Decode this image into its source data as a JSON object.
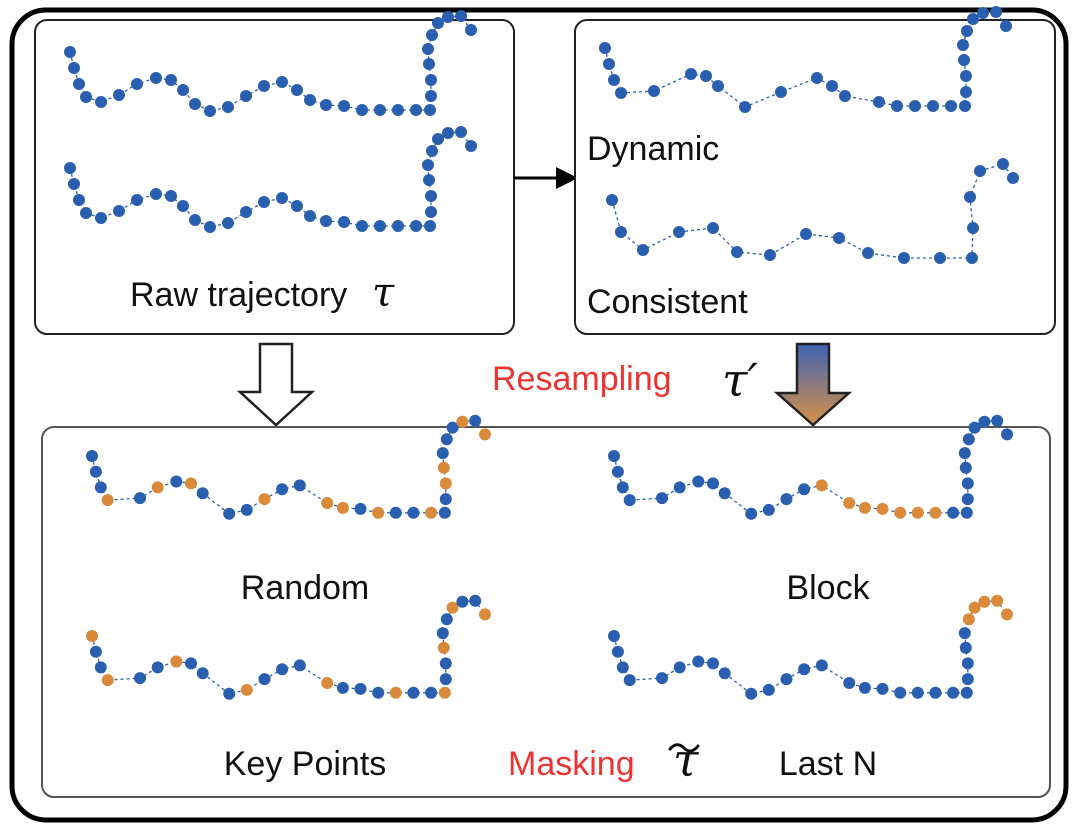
{
  "colors": {
    "unmasked_point": "#2a5fb0",
    "masked_point": "#d98a3a",
    "dashed_line": "#2a5fb0",
    "highlight_text": "#ee3333"
  },
  "panels": {
    "raw": {
      "label": "Raw trajectory",
      "symbol": "τ"
    },
    "resample": {
      "dynamic": "Dynamic",
      "consistent": "Consistent"
    },
    "masking": {
      "random": "Random",
      "block": "Block",
      "key_points": "Key Points",
      "last_n": "Last N"
    }
  },
  "steps": {
    "resampling": {
      "label": "Resampling",
      "symbol": "τ′"
    },
    "masking": {
      "label": "Masking",
      "symbol": "τ̃"
    }
  }
}
